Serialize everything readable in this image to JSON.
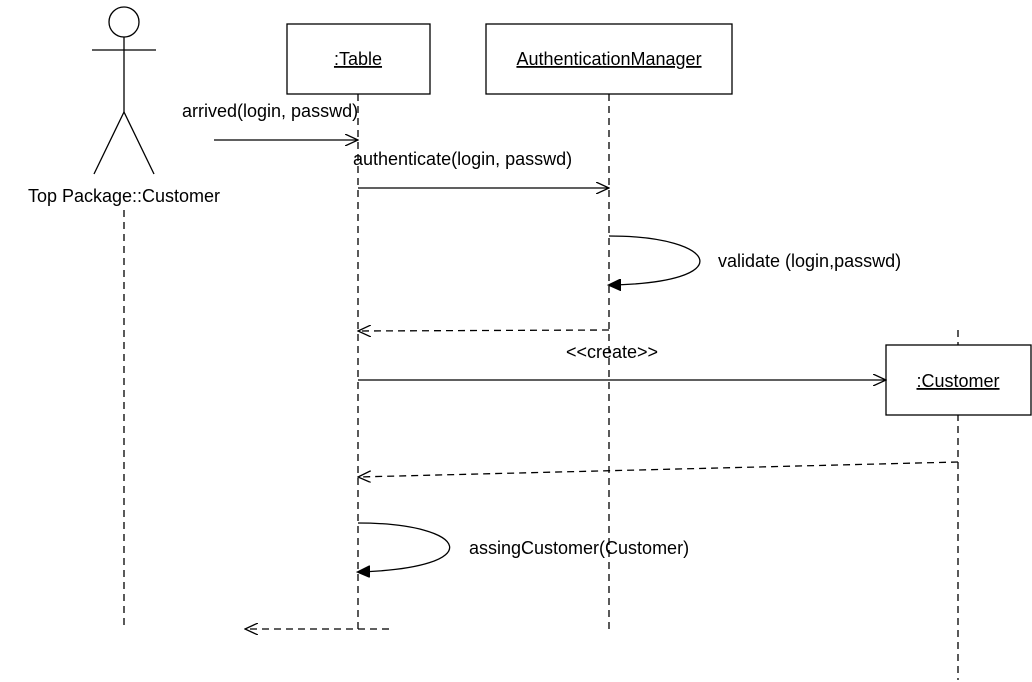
{
  "diagram": {
    "type": "sequence",
    "actor": {
      "label": "Top Package::Customer"
    },
    "participants": [
      {
        "id": "table",
        "label": ":Table"
      },
      {
        "id": "auth",
        "label": "AuthenticationManager"
      },
      {
        "id": "customer",
        "label": ":Customer"
      }
    ],
    "messages": [
      {
        "from": "actor",
        "to": "table",
        "label": "arrived(login, passwd)",
        "kind": "call"
      },
      {
        "from": "table",
        "to": "auth",
        "label": "authenticate(login, passwd)",
        "kind": "call"
      },
      {
        "from": "auth",
        "to": "auth",
        "label": "validate (login,passwd)",
        "kind": "self"
      },
      {
        "from": "auth",
        "to": "table",
        "label": "",
        "kind": "return"
      },
      {
        "from": "table",
        "to": "customer",
        "label": "<<create>>",
        "kind": "create"
      },
      {
        "from": "customer",
        "to": "table",
        "label": "",
        "kind": "return"
      },
      {
        "from": "table",
        "to": "table",
        "label": "assingCustomer(Customer)",
        "kind": "self"
      },
      {
        "from": "table",
        "to": "actor",
        "label": "",
        "kind": "return"
      }
    ]
  }
}
